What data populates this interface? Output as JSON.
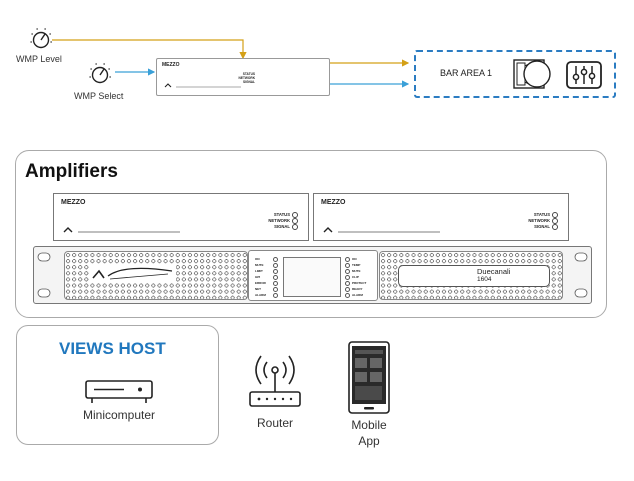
{
  "controls": {
    "wmp_level": "WMP Level",
    "wmp_select": "WMP Select"
  },
  "mezzo_input": {
    "brand": "MEZZO",
    "status": [
      "STATUS",
      "NETWORK",
      "SIGNAL"
    ]
  },
  "bar_area": {
    "label": "BAR AREA 1",
    "icons": [
      "speaker-icon",
      "mixer-sliders-icon"
    ]
  },
  "amplifiers": {
    "title": "Amplifiers",
    "mezzo_units": [
      {
        "brand": "MEZZO",
        "status": [
          "STATUS",
          "NETWORK",
          "SIGNAL"
        ]
      },
      {
        "brand": "MEZZO",
        "status": [
          "STATUS",
          "NETWORK",
          "SIGNAL"
        ]
      }
    ],
    "rack": {
      "left_leds": [
        "ON",
        "MUTE",
        "LIMIT",
        "GPI",
        "ERROR",
        "NET",
        "ALARM"
      ],
      "right_leds": [
        "ON",
        "TEMP",
        "MUTE",
        "CLIP",
        "PROTECT",
        "READY",
        "ALARM"
      ],
      "model": "Duecanali",
      "model_number": "1604"
    }
  },
  "views_host": {
    "title": "VIEWS HOST",
    "device_label": "Minicomputer"
  },
  "devices": {
    "router_label": "Router",
    "mobile_label_line1": "Mobile",
    "mobile_label_line2": "App"
  },
  "colors": {
    "accent_blue": "#2178be",
    "signal_orange": "#d4a017",
    "signal_blue": "#3aa0d8",
    "dashed_border": "#2b7cc2"
  }
}
